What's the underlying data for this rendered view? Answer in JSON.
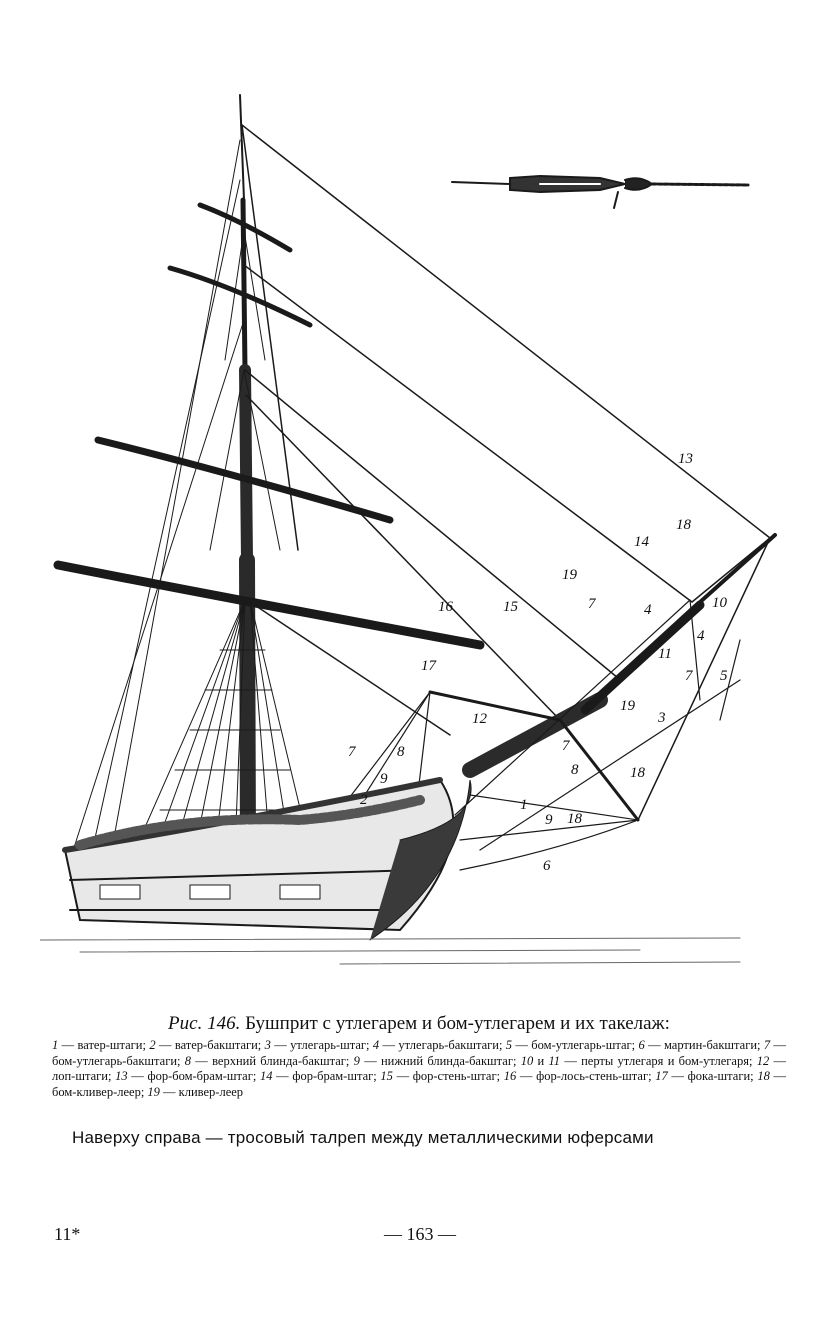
{
  "figure": {
    "callouts": [
      {
        "id": "c13",
        "text": "13"
      },
      {
        "id": "c18a",
        "text": "18"
      },
      {
        "id": "c14",
        "text": "14"
      },
      {
        "id": "c19a",
        "text": "19"
      },
      {
        "id": "c10",
        "text": "10"
      },
      {
        "id": "c16",
        "text": "16"
      },
      {
        "id": "c15",
        "text": "15"
      },
      {
        "id": "c7a",
        "text": "7"
      },
      {
        "id": "c4a",
        "text": "4"
      },
      {
        "id": "c4b",
        "text": "4"
      },
      {
        "id": "c11",
        "text": "11"
      },
      {
        "id": "c7b",
        "text": "7"
      },
      {
        "id": "c5",
        "text": "5"
      },
      {
        "id": "c17",
        "text": "17"
      },
      {
        "id": "c12",
        "text": "12"
      },
      {
        "id": "c19b",
        "text": "19"
      },
      {
        "id": "c3",
        "text": "3"
      },
      {
        "id": "c7c",
        "text": "7"
      },
      {
        "id": "c8a",
        "text": "8"
      },
      {
        "id": "c9a",
        "text": "9"
      },
      {
        "id": "c7d",
        "text": "7"
      },
      {
        "id": "c8b",
        "text": "8"
      },
      {
        "id": "c18b",
        "text": "18"
      },
      {
        "id": "c2",
        "text": "2"
      },
      {
        "id": "c1",
        "text": "1"
      },
      {
        "id": "c9b",
        "text": "9"
      },
      {
        "id": "c18c",
        "text": "18"
      },
      {
        "id": "c6",
        "text": "6"
      }
    ]
  },
  "caption": {
    "figure_number": "Рис. 146.",
    "title": " Бушприт с утлегарем и бом-утлегарем и их такелаж:",
    "legend": [
      {
        "n": "1",
        "t": " — ватер-штаги; "
      },
      {
        "n": "2",
        "t": " — ватер-бакштаги; "
      },
      {
        "n": "3",
        "t": " — утлегарь-штаг; "
      },
      {
        "n": "4",
        "t": " — утлегарь-бакштаги; "
      },
      {
        "n": "5",
        "t": " — бом-утлегарь-штаг; "
      },
      {
        "n": "6",
        "t": " — мартин-бакштаги; "
      },
      {
        "n": "7",
        "t": " — бом-утлегарь-бакштаги; "
      },
      {
        "n": "8",
        "t": " — верхний блинда-бакштаг; "
      },
      {
        "n": "9",
        "t": " — нижний блинда-бакштаг; "
      },
      {
        "n": "10",
        "t": " и "
      },
      {
        "n": "11",
        "t": " — перты утлегаря и бом-утлегаря; "
      },
      {
        "n": "12",
        "t": " — лоп-штаги; "
      },
      {
        "n": "13",
        "t": " — фор-бом-брам-штаг; "
      },
      {
        "n": "14",
        "t": " — фор-брам-штаг; "
      },
      {
        "n": "15",
        "t": " — фор-стень-штаг; "
      },
      {
        "n": "16",
        "t": " — фор-лось-стень-штаг; "
      },
      {
        "n": "17",
        "t": " — фока-штаги; "
      },
      {
        "n": "18",
        "t": " — бом-кливер-леер; "
      },
      {
        "n": "19",
        "t": " — кливер-леер"
      }
    ],
    "note": "Наверху справа — тросовый талреп между металлическими юферсами"
  },
  "footer": {
    "signature_mark": "11*",
    "page_number": "— 163 —"
  }
}
